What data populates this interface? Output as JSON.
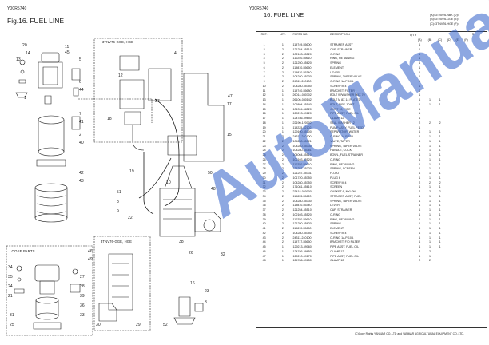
{
  "left_page": {
    "header_code": "Y00R5740",
    "figure_title": "Fig.16.  FUEL LINE",
    "labels": {
      "eng_spec_1": "3TNV76-GGE, HGE",
      "eng_spec_2": "3TNV76-GGE, HGE",
      "loose_parts": "LOOSE PARTS"
    },
    "callouts": [
      "11",
      "45",
      "20",
      "14",
      "13",
      "5",
      "6",
      "44",
      "7",
      "41",
      "2",
      "40",
      "42",
      "43",
      "1",
      "37",
      "47",
      "4",
      "12",
      "18",
      "19",
      "51",
      "8",
      "9",
      "22",
      "17",
      "15",
      "10",
      "48",
      "50",
      "46",
      "49",
      "34",
      "35",
      "24",
      "21",
      "27",
      "28",
      "39",
      "36",
      "33",
      "31",
      "25",
      "16",
      "23",
      "3",
      "52",
      "30",
      "29",
      "38",
      "32",
      "26"
    ]
  },
  "right_page": {
    "header_code": "Y00R5740",
    "title": "16.  FUEL LINE",
    "legend": [
      "(A)=3TNV76-NBK        (D)=",
      "(B)=3TNV76-GGE        (E)=",
      "(C)=3TNV76-HGE        (F)="
    ],
    "columns": {
      "ref": "REF.",
      "lev": "LEV.",
      "parts_no": "PARTS NO.",
      "description": "DESCRIPTION",
      "qty": "Q'TY",
      "remarks": "I  R",
      "qty_cols": [
        "(A)",
        "(B)",
        "(C)",
        "(D)",
        "(E)",
        "(F)"
      ]
    },
    "rows": [
      {
        "ref": "1",
        "lev": "1",
        "pno": "119749-55600",
        "desc": "STRAINER ASSY",
        "q": [
          "1",
          "",
          ""
        ]
      },
      {
        "ref": "2",
        "lev": "2",
        "pno": "121254-55510",
        "desc": "CUP, STRAINER",
        "q": [
          "1",
          "",
          ""
        ]
      },
      {
        "ref": "3",
        "lev": "2",
        "pno": "102103-55520",
        "desc": "O-RING",
        "q": [
          "1",
          "",
          ""
        ]
      },
      {
        "ref": "4",
        "lev": "2",
        "pno": "110250-55610",
        "desc": "RING, RETAINING",
        "q": [
          "1",
          "",
          ""
        ]
      },
      {
        "ref": "5",
        "lev": "2",
        "pno": "121250-55620",
        "desc": "SPRING",
        "q": [
          "1",
          "",
          ""
        ]
      },
      {
        "ref": "6",
        "lev": "2",
        "pno": "119810-55650",
        "desc": "ELEMENT",
        "q": [
          "1",
          "",
          ""
        ]
      },
      {
        "ref": "7",
        "lev": "2",
        "pno": "119810-55340",
        "desc": "LEVER",
        "q": [
          "1",
          "",
          ""
        ]
      },
      {
        "ref": "8",
        "lev": "2",
        "pno": "104280-55330",
        "desc": "SPRING, TAPER VALVE",
        "q": [
          "1",
          "",
          ""
        ]
      },
      {
        "ref": "9",
        "lev": "2",
        "pno": "24311-240100",
        "desc": "O-RING 1A P-10A",
        "q": [
          "1",
          "",
          ""
        ]
      },
      {
        "ref": "10",
        "lev": "2",
        "pno": "104280-55750",
        "desc": "SCREW M 4",
        "q": [
          "1",
          "",
          ""
        ]
      },
      {
        "ref": "11",
        "lev": "1",
        "pno": "119740-55680",
        "desc": "BRACKET, FILTER",
        "q": [
          "1",
          "",
          ""
        ]
      },
      {
        "ref": "12",
        "lev": "1",
        "pno": "26014-080702",
        "desc": "BOLT W/WASHER M8X 70",
        "q": [
          "1",
          "",
          ""
        ]
      },
      {
        "ref": "13",
        "lev": "1",
        "pno": "26106-080142",
        "desc": "BOLT M 8X 14 PLATED",
        "q": [
          "1",
          "1",
          "1"
        ]
      },
      {
        "ref": "14",
        "lev": "1",
        "pno": "105894-55140",
        "desc": "BOLT, PIPE JOINT",
        "q": [
          "1",
          "1",
          "1"
        ]
      },
      {
        "ref": "15",
        "lev": "1",
        "pno": "101394-58520",
        "desc": "JOINT 10, PIPE",
        "q": [
          "1",
          "",
          ""
        ]
      },
      {
        "ref": "16",
        "lev": "1",
        "pno": "129213-59120",
        "desc": "PIPE ASSY, FUEL OIL",
        "q": [
          "1",
          "",
          ""
        ]
      },
      {
        "ref": "17",
        "lev": "1",
        "pno": "124786-59650",
        "desc": "CLAMP 12",
        "q": [
          "1",
          "",
          ""
        ]
      },
      {
        "ref": "18",
        "lev": "1",
        "pno": "22190-120002",
        "desc": "SEAL WASHER 12",
        "q": [
          "2",
          "2",
          "2"
        ]
      },
      {
        "ref": "19",
        "lev": "1",
        "pno": "119225-52102",
        "desc": "PUMP ASSY, FUEL FEED",
        "q": [
          "1",
          "",
          ""
        ]
      },
      {
        "ref": "20",
        "lev": "1",
        "pno": "129100-55700",
        "desc": "SEPARATOR, WATER",
        "q": [
          "1",
          "1",
          "1"
        ]
      },
      {
        "ref": "21",
        "lev": "2",
        "pno": "24311-240100",
        "desc": "O-RING 1A P-10A",
        "q": [
          "1",
          "1",
          "1"
        ]
      },
      {
        "ref": "22",
        "lev": "2",
        "pno": "104280-55321",
        "desc": "VALVE, TAPER",
        "q": [
          "1",
          "1",
          "1"
        ]
      },
      {
        "ref": "23",
        "lev": "2",
        "pno": "104280-55330",
        "desc": "SPRING, TAPER VALVE",
        "q": [
          "1",
          "1",
          "1"
        ]
      },
      {
        "ref": "24",
        "lev": "2",
        "pno": "104280-55381",
        "desc": "HANDLE, COCK",
        "q": [
          "1",
          "1",
          "1"
        ]
      },
      {
        "ref": "25",
        "lev": "2",
        "pno": "104064-55510",
        "desc": "BOWL, FUEL STRAINER",
        "q": [
          "1",
          "1",
          "1"
        ]
      },
      {
        "ref": "26",
        "lev": "2",
        "pno": "102103-55520",
        "desc": "O-RING",
        "q": [
          "1",
          "1",
          "1"
        ]
      },
      {
        "ref": "27",
        "lev": "2",
        "pno": "110250-55610",
        "desc": "RING, RETAINING",
        "q": [
          "1",
          "1",
          "1"
        ]
      },
      {
        "ref": "28",
        "lev": "2",
        "pno": "121257-55720",
        "desc": "SPRING, SCREEN",
        "q": [
          "1",
          "1",
          "1"
        ]
      },
      {
        "ref": "29",
        "lev": "2",
        "pno": "121257-55731",
        "desc": "FLOAT",
        "q": [
          "1",
          "1",
          "1"
        ]
      },
      {
        "ref": "30",
        "lev": "2",
        "pno": "101720-55750",
        "desc": "PLUG 6",
        "q": [
          "1",
          "1",
          "1"
        ]
      },
      {
        "ref": "31",
        "lev": "2",
        "pno": "104280-55750",
        "desc": "SCREW M 4",
        "q": [
          "2",
          "2",
          "2"
        ]
      },
      {
        "ref": "32",
        "lev": "2",
        "pno": "171081-55610",
        "desc": "SCREEN",
        "q": [
          "1",
          "1",
          "1"
        ]
      },
      {
        "ref": "33",
        "lev": "2",
        "pno": "23418-060000",
        "desc": "GASKET 6, NYLON",
        "q": [
          "2",
          "2",
          "2"
        ]
      },
      {
        "ref": "34",
        "lev": "2",
        "pno": "119833-55620",
        "desc": "STRAINER ASSY, FUEL",
        "q": [
          "1",
          "1",
          "1"
        ]
      },
      {
        "ref": "35",
        "lev": "2",
        "pno": "104280-55330",
        "desc": "SPRING, TAPER VALVE",
        "q": [
          "1",
          "1",
          "1"
        ]
      },
      {
        "ref": "36",
        "lev": "2",
        "pno": "119810-55340",
        "desc": "LEVER",
        "q": [
          "1",
          "1",
          "1"
        ]
      },
      {
        "ref": "37",
        "lev": "2",
        "pno": "121254-55510",
        "desc": "CUP, STRAINER",
        "q": [
          "1",
          "1",
          "1"
        ]
      },
      {
        "ref": "38",
        "lev": "2",
        "pno": "102103-55520",
        "desc": "O-RING",
        "q": [
          "1",
          "1",
          "1"
        ]
      },
      {
        "ref": "39",
        "lev": "2",
        "pno": "110250-55610",
        "desc": "RING, RETAINING",
        "q": [
          "1",
          "1",
          "1"
        ]
      },
      {
        "ref": "40",
        "lev": "2",
        "pno": "121250-55620",
        "desc": "SPRING",
        "q": [
          "1",
          "1",
          "1"
        ]
      },
      {
        "ref": "41",
        "lev": "2",
        "pno": "119810-55650",
        "desc": "ELEMENT",
        "q": [
          "1",
          "1",
          "1"
        ]
      },
      {
        "ref": "42",
        "lev": "2",
        "pno": "104280-55750",
        "desc": "SCREW M 4",
        "q": [
          "1",
          "1",
          "1"
        ]
      },
      {
        "ref": "43",
        "lev": "2",
        "pno": "24311-240100",
        "desc": "O-RING 1A P-10A",
        "q": [
          "1",
          "1",
          "1"
        ]
      },
      {
        "ref": "44",
        "lev": "2",
        "pno": "119717-55650",
        "desc": "BRACKET, F/O FILTER",
        "q": [
          "1",
          "1",
          "1"
        ]
      },
      {
        "ref": "45",
        "lev": "1",
        "pno": "129213-59060",
        "desc": "PIPE ASSY, FUEL OIL",
        "q": [
          "1",
          "1",
          "1"
        ]
      },
      {
        "ref": "46",
        "lev": "1",
        "pno": "124786-59650",
        "desc": "CLAMP 12",
        "q": [
          "2",
          "2",
          ""
        ]
      },
      {
        "ref": "47",
        "lev": "1",
        "pno": "129210-59170",
        "desc": "PIPE ASSY, FUEL OIL",
        "q": [
          "1",
          "1",
          ""
        ]
      },
      {
        "ref": "48",
        "lev": "1",
        "pno": "124786-59650",
        "desc": "CLAMP 12",
        "q": [
          "2",
          "2",
          ""
        ]
      }
    ],
    "copyright": "(C)Copy Rights  YANMAR CO.,LTD and YANMAR AGRICULTURAL EQUIPMENT CO.,LTD."
  },
  "watermark_text": "AutoManual",
  "colors": {
    "ink": "#1a1a1a",
    "watermark": "#2f5fc8"
  }
}
